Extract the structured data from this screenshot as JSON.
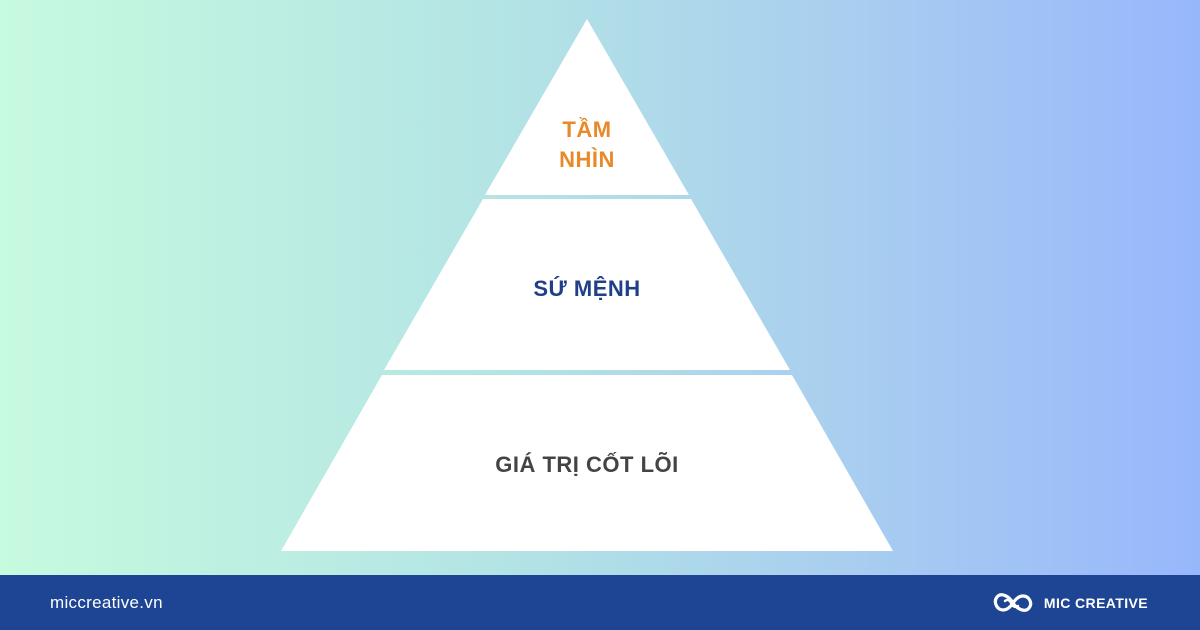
{
  "pyramid": {
    "tiers": [
      {
        "lines": [
          "TẦM",
          "NHÌN"
        ],
        "color": "#e8892a"
      },
      {
        "label": "SỨ MỆNH",
        "color": "#1f3f87"
      },
      {
        "label": "GIÁ TRỊ CỐT LÕI",
        "color": "#444444"
      }
    ]
  },
  "footer": {
    "url": "miccreative.vn",
    "brand_name": "MIC CREATIVE",
    "brand_icon": "infinity-loop-icon"
  },
  "colors": {
    "background_start": "#c7fadf",
    "background_end": "#97b7fc",
    "footer_bg": "#1d4594"
  }
}
